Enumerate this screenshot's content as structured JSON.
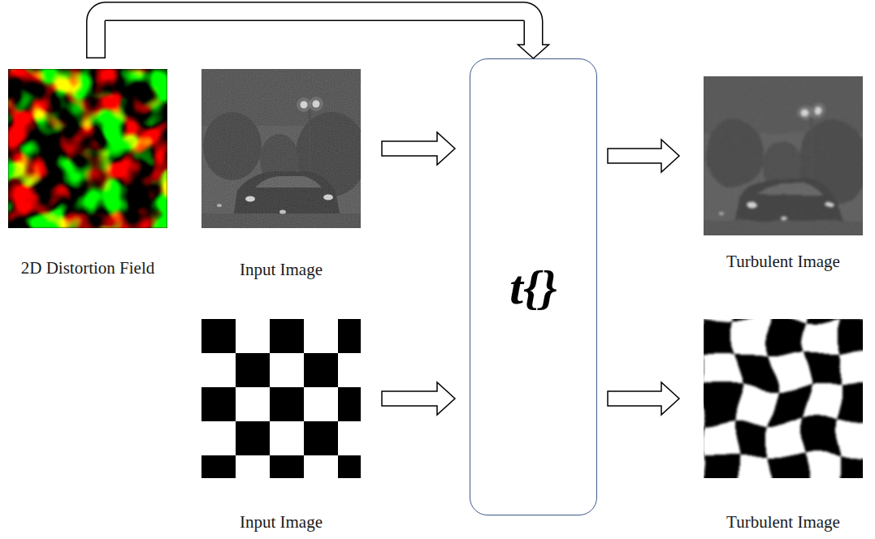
{
  "diagram": {
    "nodes": [
      {
        "text": [
          "2D Distortion Field"
        ]
      },
      {
        "text": [
          "Input Image"
        ]
      },
      {
        "text": [
          "t{}"
        ]
      },
      {
        "text": [
          "Turbulent Image"
        ]
      },
      {
        "text": [
          "Input Image"
        ]
      },
      {
        "text": [
          "Turbulent Image"
        ]
      }
    ],
    "edges": [
      {
        "from": 0,
        "to": 2,
        "arrow": "to"
      },
      {
        "from": 1,
        "to": 2,
        "arrow": "to"
      },
      {
        "from": 2,
        "to": 3,
        "arrow": "to"
      },
      {
        "from": 4,
        "to": 2,
        "arrow": "to"
      },
      {
        "from": 2,
        "to": 5,
        "arrow": "to"
      }
    ]
  }
}
